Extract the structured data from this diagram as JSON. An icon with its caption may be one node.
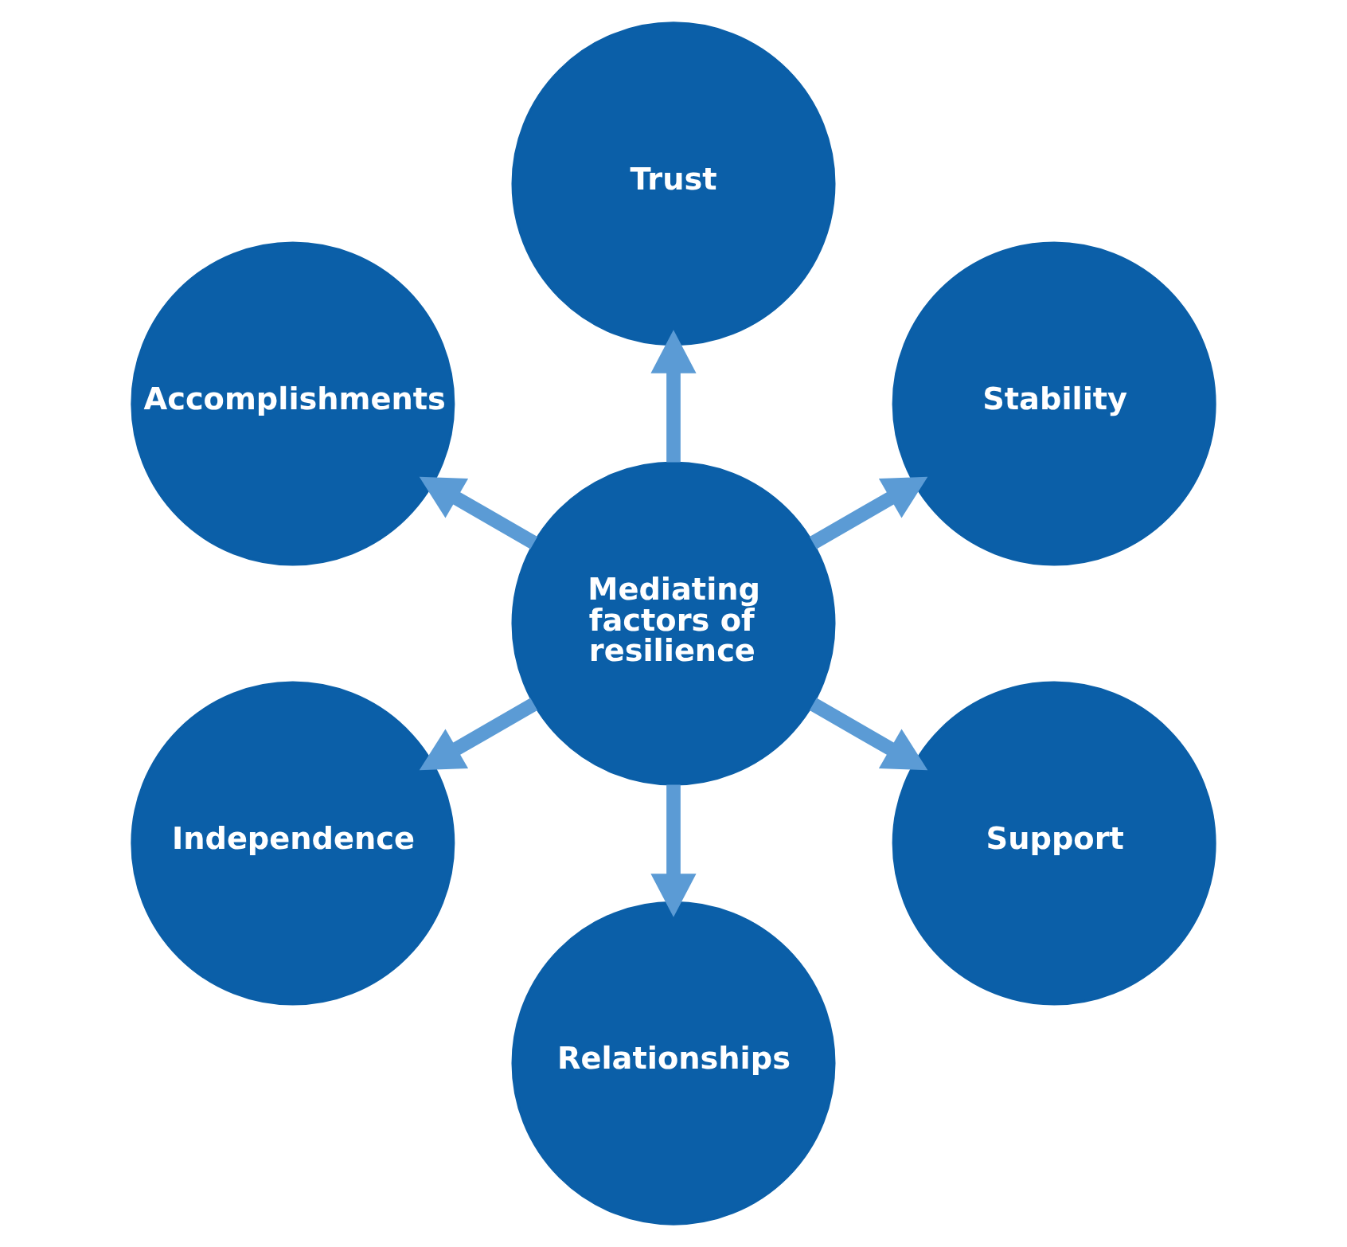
{
  "diagram": {
    "nodes": [
      {
        "text": [
          "Mediating factors of resilience"
        ]
      },
      {
        "text": [
          "Stability"
        ]
      },
      {
        "text": [
          "Trust"
        ]
      },
      {
        "text": [
          "Accomplishments"
        ]
      },
      {
        "text": [
          "Independence"
        ]
      },
      {
        "text": [
          "Relationships"
        ]
      },
      {
        "text": [
          "Support"
        ]
      }
    ],
    "edges": [
      {
        "from": 0,
        "to": 1,
        "arrow": "to"
      },
      {
        "from": 0,
        "to": 2,
        "arrow": "to"
      },
      {
        "from": 0,
        "to": 3,
        "arrow": "to"
      },
      {
        "from": 0,
        "to": 4,
        "arrow": "to"
      },
      {
        "from": 0,
        "to": 5,
        "arrow": "to"
      },
      {
        "from": 0,
        "to": 6,
        "arrow": "to"
      }
    ]
  }
}
